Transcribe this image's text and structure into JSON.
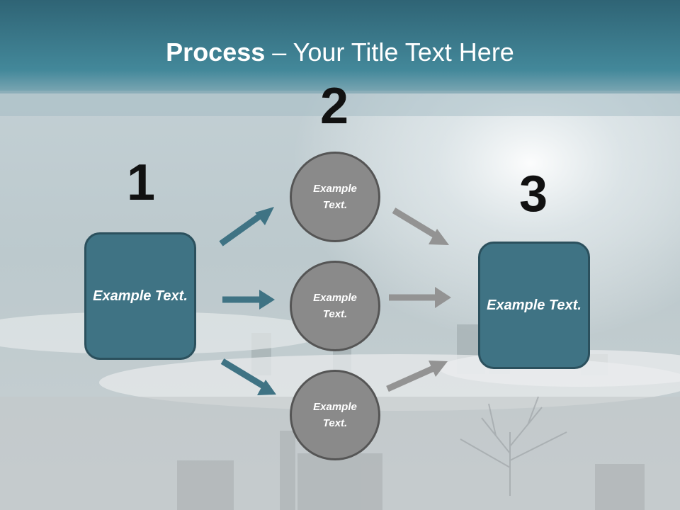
{
  "slide": {
    "title_bold": "Process",
    "title_rest": " – Your Title Text Here",
    "steps": [
      "1",
      "2",
      "3"
    ],
    "left_box": "Example Text.",
    "right_box": "Example Text.",
    "circles": [
      "Example Text.",
      "Example Text.",
      "Example Text."
    ]
  },
  "colors": {
    "header": "#3f7d8f",
    "box_fill": "#3f7384",
    "circle_fill": "#8a8a8a",
    "teal_arrow": "#3f7384",
    "gray_arrow": "#939393"
  }
}
